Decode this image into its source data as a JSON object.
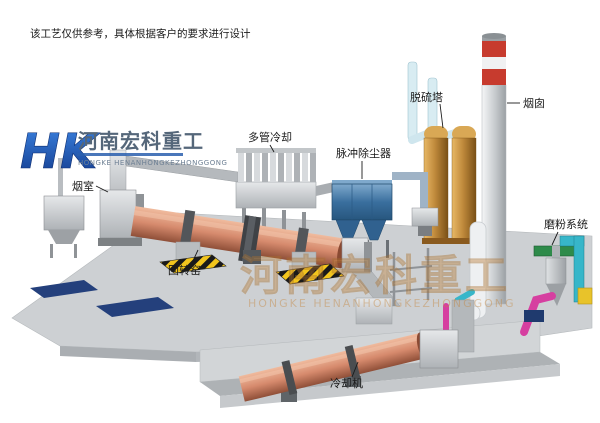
{
  "disclaimer": "该工艺仅供参考，具体根据客户的要求进行设计",
  "logo": {
    "monogram": "HK",
    "company_cn": "河南宏科重工",
    "company_en": "HONGKE HENANHONGKEZHONGGONG"
  },
  "watermark": {
    "cn": "河南宏科重工",
    "en": "HONGKE HENANHONGKEZHONGGONG"
  },
  "labels": [
    {
      "id": "smoke-chamber",
      "text": "烟室"
    },
    {
      "id": "multi-tube-cooler",
      "text": "多管冷却"
    },
    {
      "id": "pulse-dust-collector",
      "text": "脉冲除尘器"
    },
    {
      "id": "desulfurization-tower",
      "text": "脱硫塔"
    },
    {
      "id": "chimney",
      "text": "烟囱"
    },
    {
      "id": "grinding-system",
      "text": "磨粉系统"
    },
    {
      "id": "rotary-kiln",
      "text": "回转窑"
    },
    {
      "id": "cooling-machine",
      "text": "冷却机"
    }
  ],
  "colors": {
    "kiln": "#d68a6d",
    "dust_collector": "#3a6f9e",
    "desulf_tower": "#c08a3c",
    "chimney_band": "#c73b2e",
    "hazard_yellow": "#f2c51d",
    "navy_pad": "#24407c",
    "watermark": "#c4853c",
    "logo_blue": "#1d4f9e",
    "cyan_pipe": "#37b6c9",
    "magenta_pipe": "#d63fa0",
    "green_duct": "#2e8b4a",
    "platform": "#cdd0d3"
  }
}
